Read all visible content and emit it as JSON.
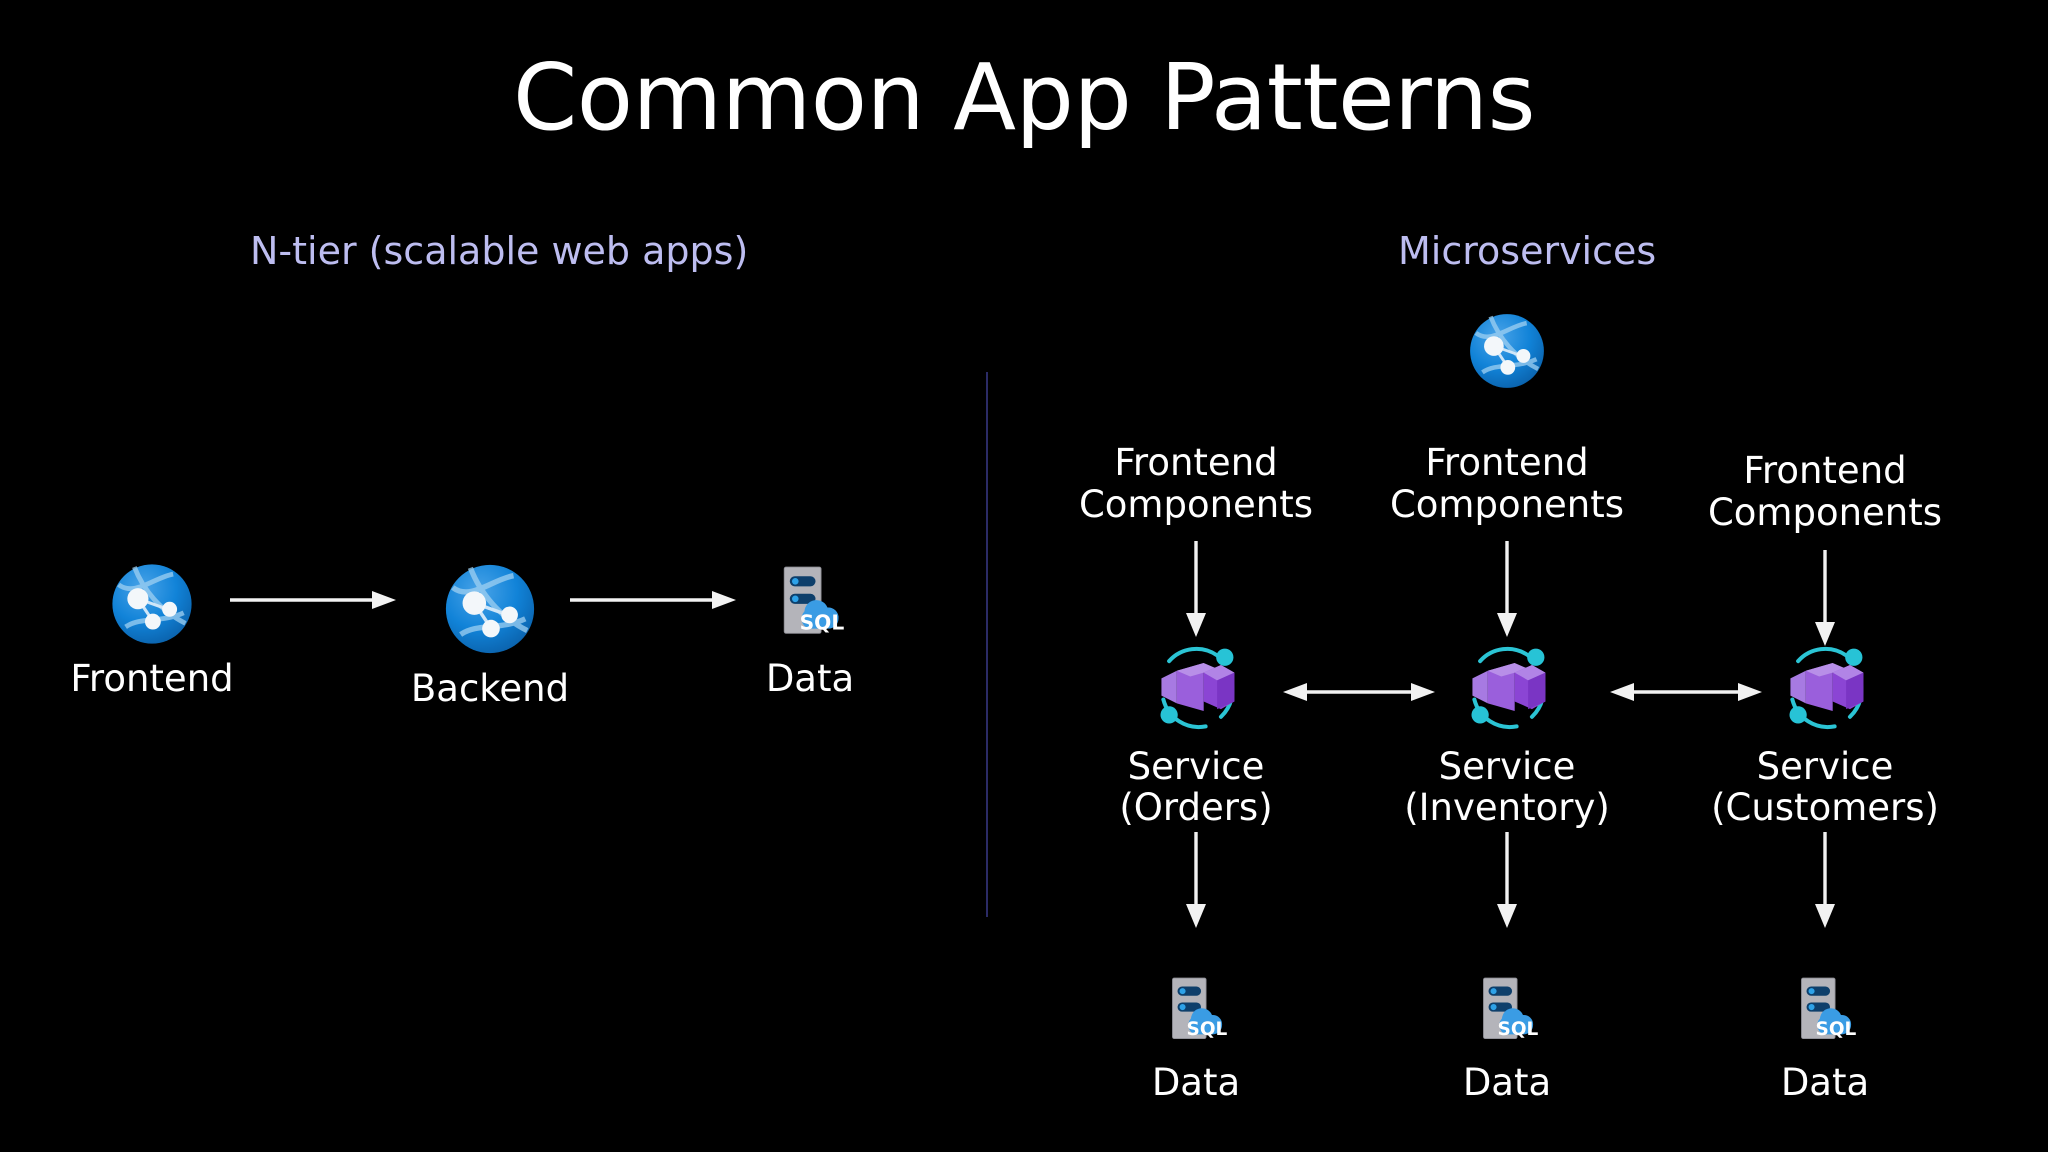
{
  "slide": {
    "title": "Common App Patterns",
    "background_color": "#000000",
    "heading_color": "#bdbdf0",
    "text_color": "#ffffff",
    "divider_color": "#2b2b66"
  },
  "sections": [
    {
      "id": "ntier",
      "heading": "N-tier (scalable web apps)",
      "nodes": [
        {
          "label": "Frontend",
          "icon": "azure-app-service-globe-icon"
        },
        {
          "label": "Backend",
          "icon": "azure-app-service-globe-icon"
        },
        {
          "label": "Data",
          "icon": "azure-sql-database-icon"
        }
      ],
      "connections": [
        {
          "from": "Frontend",
          "to": "Backend",
          "direction": "right"
        },
        {
          "from": "Backend",
          "to": "Data",
          "direction": "right"
        }
      ]
    },
    {
      "id": "microservices",
      "heading": "Microservices",
      "gateway": {
        "icon": "azure-app-service-globe-icon"
      },
      "columns": [
        {
          "frontend": "Frontend\nComponents",
          "service": "Service\n(Orders)",
          "service_icon": "container-service-icon",
          "data": "Data",
          "data_icon": "azure-sql-database-icon"
        },
        {
          "frontend": "Frontend\nComponents",
          "service": "Service\n(Inventory)",
          "service_icon": "container-service-icon",
          "data": "Data",
          "data_icon": "azure-sql-database-icon"
        },
        {
          "frontend": "Frontend\nComponents",
          "service": "Service\n(Customers)",
          "service_icon": "container-service-icon",
          "data": "Data",
          "data_icon": "azure-sql-database-icon"
        }
      ],
      "connections": [
        {
          "from": "Frontend Components",
          "to": "Service (Orders)",
          "direction": "down"
        },
        {
          "from": "Frontend Components",
          "to": "Service (Inventory)",
          "direction": "down"
        },
        {
          "from": "Frontend Components",
          "to": "Service (Customers)",
          "direction": "down"
        },
        {
          "from": "Service (Orders)",
          "to": "Service (Inventory)",
          "direction": "both"
        },
        {
          "from": "Service (Inventory)",
          "to": "Service (Customers)",
          "direction": "both"
        },
        {
          "from": "Service (Orders)",
          "to": "Data",
          "direction": "down"
        },
        {
          "from": "Service (Inventory)",
          "to": "Data",
          "direction": "down"
        },
        {
          "from": "Service (Customers)",
          "to": "Data",
          "direction": "down"
        }
      ]
    }
  ],
  "icon_colors": {
    "globe_blue": "#0f7fd4",
    "globe_blue_dark": "#0a63ad",
    "globe_node": "#f0f3f6",
    "sql_cloud": "#3193de",
    "sql_server_body": "#a6a6ac",
    "sql_server_slot": "#0d3c66",
    "sql_text": "#ffffff",
    "service_purple": "#8f4fd8",
    "service_purple_light": "#a97ae0",
    "service_ring": "#2bc4d4",
    "arrow_white": "#f2f2f2"
  }
}
